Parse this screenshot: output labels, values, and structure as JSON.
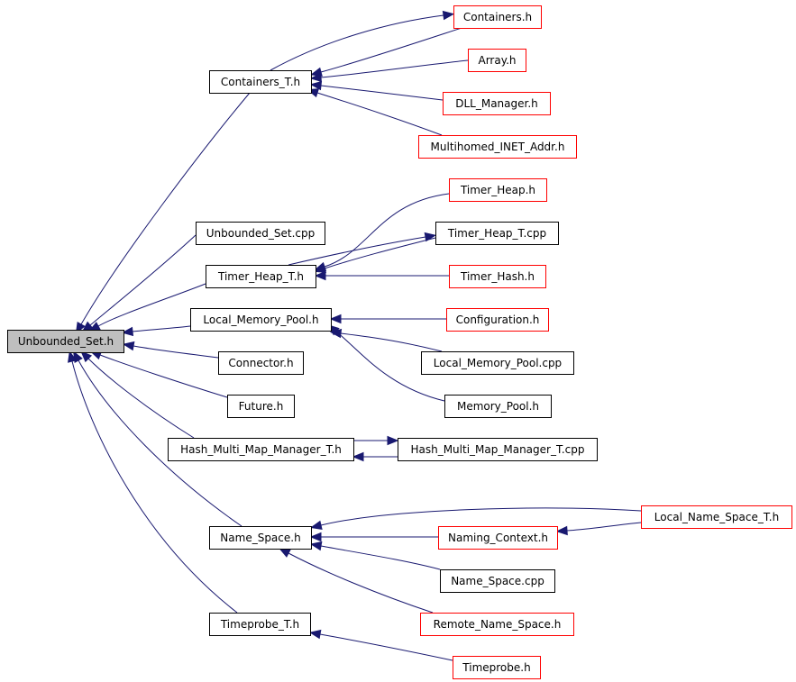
{
  "colors": {
    "edge": "#191970",
    "root_fill": "#bfbfbf",
    "documented_border": "#000000",
    "undocumented_border": "#ff0000",
    "node_fill": "#ffffff"
  },
  "nodes": [
    {
      "id": "unbounded_set_h",
      "label": "Unbounded_Set.h",
      "style": "root"
    },
    {
      "id": "containers_t_h",
      "label": "Containers_T.h",
      "style": "documented"
    },
    {
      "id": "containers_h",
      "label": "Containers.h",
      "style": "undocumented"
    },
    {
      "id": "array_h",
      "label": "Array.h",
      "style": "undocumented"
    },
    {
      "id": "dll_manager_h",
      "label": "DLL_Manager.h",
      "style": "undocumented"
    },
    {
      "id": "multihomed_inet_addr_h",
      "label": "Multihomed_INET_Addr.h",
      "style": "undocumented"
    },
    {
      "id": "unbounded_set_cpp",
      "label": "Unbounded_Set.cpp",
      "style": "documented"
    },
    {
      "id": "timer_heap_t_h",
      "label": "Timer_Heap_T.h",
      "style": "documented"
    },
    {
      "id": "timer_heap_h",
      "label": "Timer_Heap.h",
      "style": "undocumented"
    },
    {
      "id": "timer_heap_t_cpp",
      "label": "Timer_Heap_T.cpp",
      "style": "documented"
    },
    {
      "id": "timer_hash_h",
      "label": "Timer_Hash.h",
      "style": "undocumented"
    },
    {
      "id": "local_memory_pool_h",
      "label": "Local_Memory_Pool.h",
      "style": "documented"
    },
    {
      "id": "configuration_h",
      "label": "Configuration.h",
      "style": "undocumented"
    },
    {
      "id": "local_memory_pool_cpp",
      "label": "Local_Memory_Pool.cpp",
      "style": "documented"
    },
    {
      "id": "memory_pool_h",
      "label": "Memory_Pool.h",
      "style": "documented"
    },
    {
      "id": "connector_h",
      "label": "Connector.h",
      "style": "documented"
    },
    {
      "id": "future_h",
      "label": "Future.h",
      "style": "documented"
    },
    {
      "id": "hash_multi_map_manager_t_h",
      "label": "Hash_Multi_Map_Manager_T.h",
      "style": "documented"
    },
    {
      "id": "hash_multi_map_manager_t_cpp",
      "label": "Hash_Multi_Map_Manager_T.cpp",
      "style": "documented"
    },
    {
      "id": "name_space_h",
      "label": "Name_Space.h",
      "style": "documented"
    },
    {
      "id": "local_name_space_t_h",
      "label": "Local_Name_Space_T.h",
      "style": "undocumented"
    },
    {
      "id": "naming_context_h",
      "label": "Naming_Context.h",
      "style": "undocumented"
    },
    {
      "id": "name_space_cpp",
      "label": "Name_Space.cpp",
      "style": "documented"
    },
    {
      "id": "remote_name_space_h",
      "label": "Remote_Name_Space.h",
      "style": "undocumented"
    },
    {
      "id": "timeprobe_t_h",
      "label": "Timeprobe_T.h",
      "style": "documented"
    },
    {
      "id": "timeprobe_h",
      "label": "Timeprobe.h",
      "style": "undocumented"
    }
  ],
  "edges": [
    {
      "from": "containers_t_h",
      "to": "unbounded_set_h"
    },
    {
      "from": "unbounded_set_cpp",
      "to": "unbounded_set_h"
    },
    {
      "from": "timer_heap_t_h",
      "to": "unbounded_set_h"
    },
    {
      "from": "local_memory_pool_h",
      "to": "unbounded_set_h"
    },
    {
      "from": "connector_h",
      "to": "unbounded_set_h"
    },
    {
      "from": "future_h",
      "to": "unbounded_set_h"
    },
    {
      "from": "hash_multi_map_manager_t_h",
      "to": "unbounded_set_h"
    },
    {
      "from": "name_space_h",
      "to": "unbounded_set_h"
    },
    {
      "from": "timeprobe_t_h",
      "to": "unbounded_set_h"
    },
    {
      "from": "containers_h",
      "to": "containers_t_h"
    },
    {
      "from": "array_h",
      "to": "containers_t_h"
    },
    {
      "from": "dll_manager_h",
      "to": "containers_t_h"
    },
    {
      "from": "multihomed_inet_addr_h",
      "to": "containers_t_h"
    },
    {
      "from": "containers_t_h",
      "to": "containers_h"
    },
    {
      "from": "timer_heap_h",
      "to": "timer_heap_t_h"
    },
    {
      "from": "timer_heap_t_cpp",
      "to": "timer_heap_t_h"
    },
    {
      "from": "timer_hash_h",
      "to": "timer_heap_t_h"
    },
    {
      "from": "timer_heap_t_h",
      "to": "timer_heap_t_cpp"
    },
    {
      "from": "configuration_h",
      "to": "local_memory_pool_h"
    },
    {
      "from": "local_memory_pool_cpp",
      "to": "local_memory_pool_h"
    },
    {
      "from": "memory_pool_h",
      "to": "local_memory_pool_h"
    },
    {
      "from": "hash_multi_map_manager_t_cpp",
      "to": "hash_multi_map_manager_t_h"
    },
    {
      "from": "hash_multi_map_manager_t_h",
      "to": "hash_multi_map_manager_t_cpp"
    },
    {
      "from": "local_name_space_t_h",
      "to": "name_space_h"
    },
    {
      "from": "naming_context_h",
      "to": "name_space_h"
    },
    {
      "from": "name_space_cpp",
      "to": "name_space_h"
    },
    {
      "from": "remote_name_space_h",
      "to": "name_space_h"
    },
    {
      "from": "local_name_space_t_h",
      "to": "naming_context_h"
    },
    {
      "from": "timeprobe_h",
      "to": "timeprobe_t_h"
    }
  ]
}
